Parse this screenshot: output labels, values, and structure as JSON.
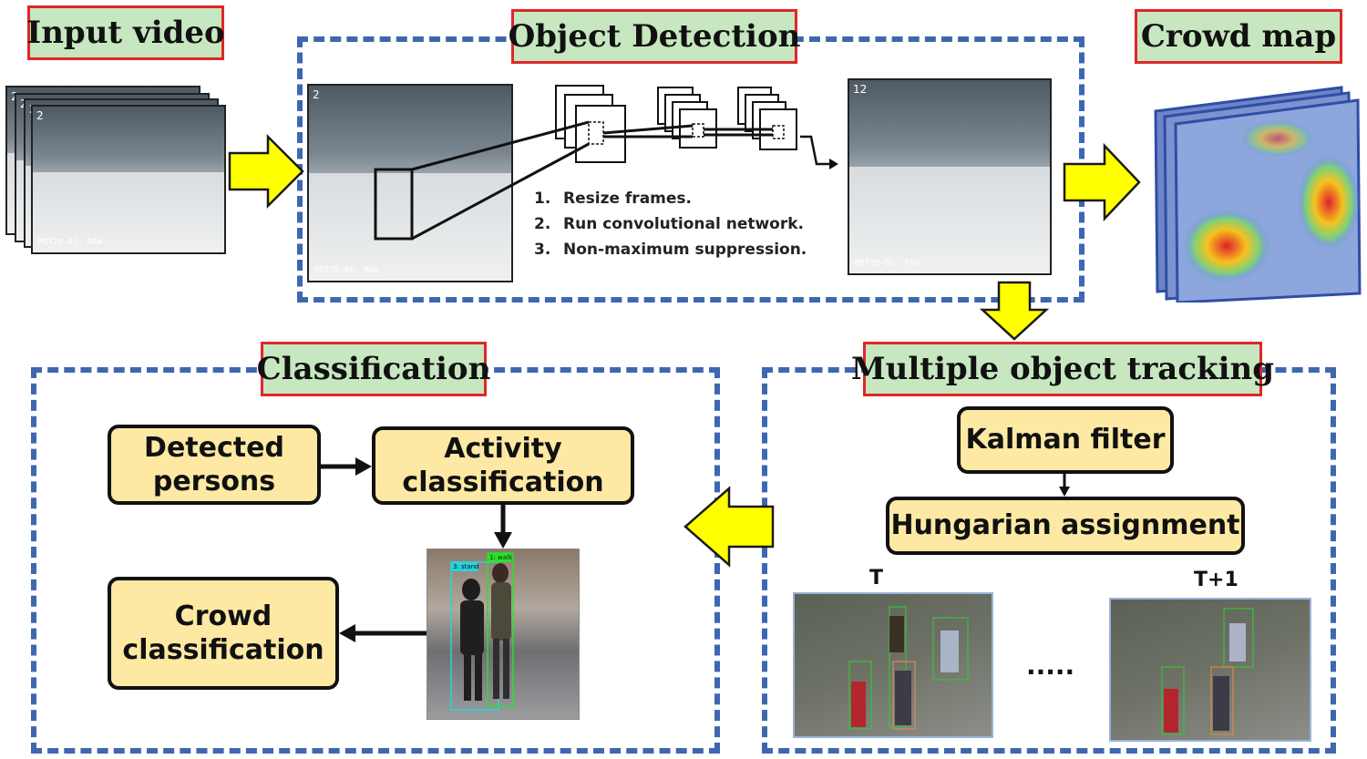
{
  "titles": {
    "input_video": "Input video",
    "object_detection": "Object Detection",
    "crowd_map": "Crowd map",
    "classification": "Classification",
    "multiple_object_tracking": "Multiple object tracking"
  },
  "detection_steps": [
    {
      "num": "1.",
      "text": "Resize frames."
    },
    {
      "num": "2.",
      "text": "Run convolutional network."
    },
    {
      "num": "3.",
      "text": "Non-maximum suppression."
    }
  ],
  "frame_labels": {
    "raw": "MOT20-02: RAW",
    "frame_num": "2",
    "detected_frame_num": "12"
  },
  "tracking": {
    "kalman": "Kalman filter",
    "hungarian": "Hungarian assignment",
    "t_label": "T",
    "t1_label": "T+1",
    "ellipsis": "....."
  },
  "classification": {
    "detected_line1": "Detected",
    "detected_line2": "persons",
    "activity_line1": "Activity",
    "activity_line2": "classification",
    "crowd_line1": "Crowd",
    "crowd_line2": "classification",
    "stand_tag": "3: stand",
    "walk_tag": "1: walk"
  },
  "colors": {
    "title_fill": "#c6e7bf",
    "title_border": "#e0262a",
    "frame_dash": "#3f67b0",
    "box_fill": "#fde9a3",
    "arrow_yellow": "#ffff00"
  }
}
